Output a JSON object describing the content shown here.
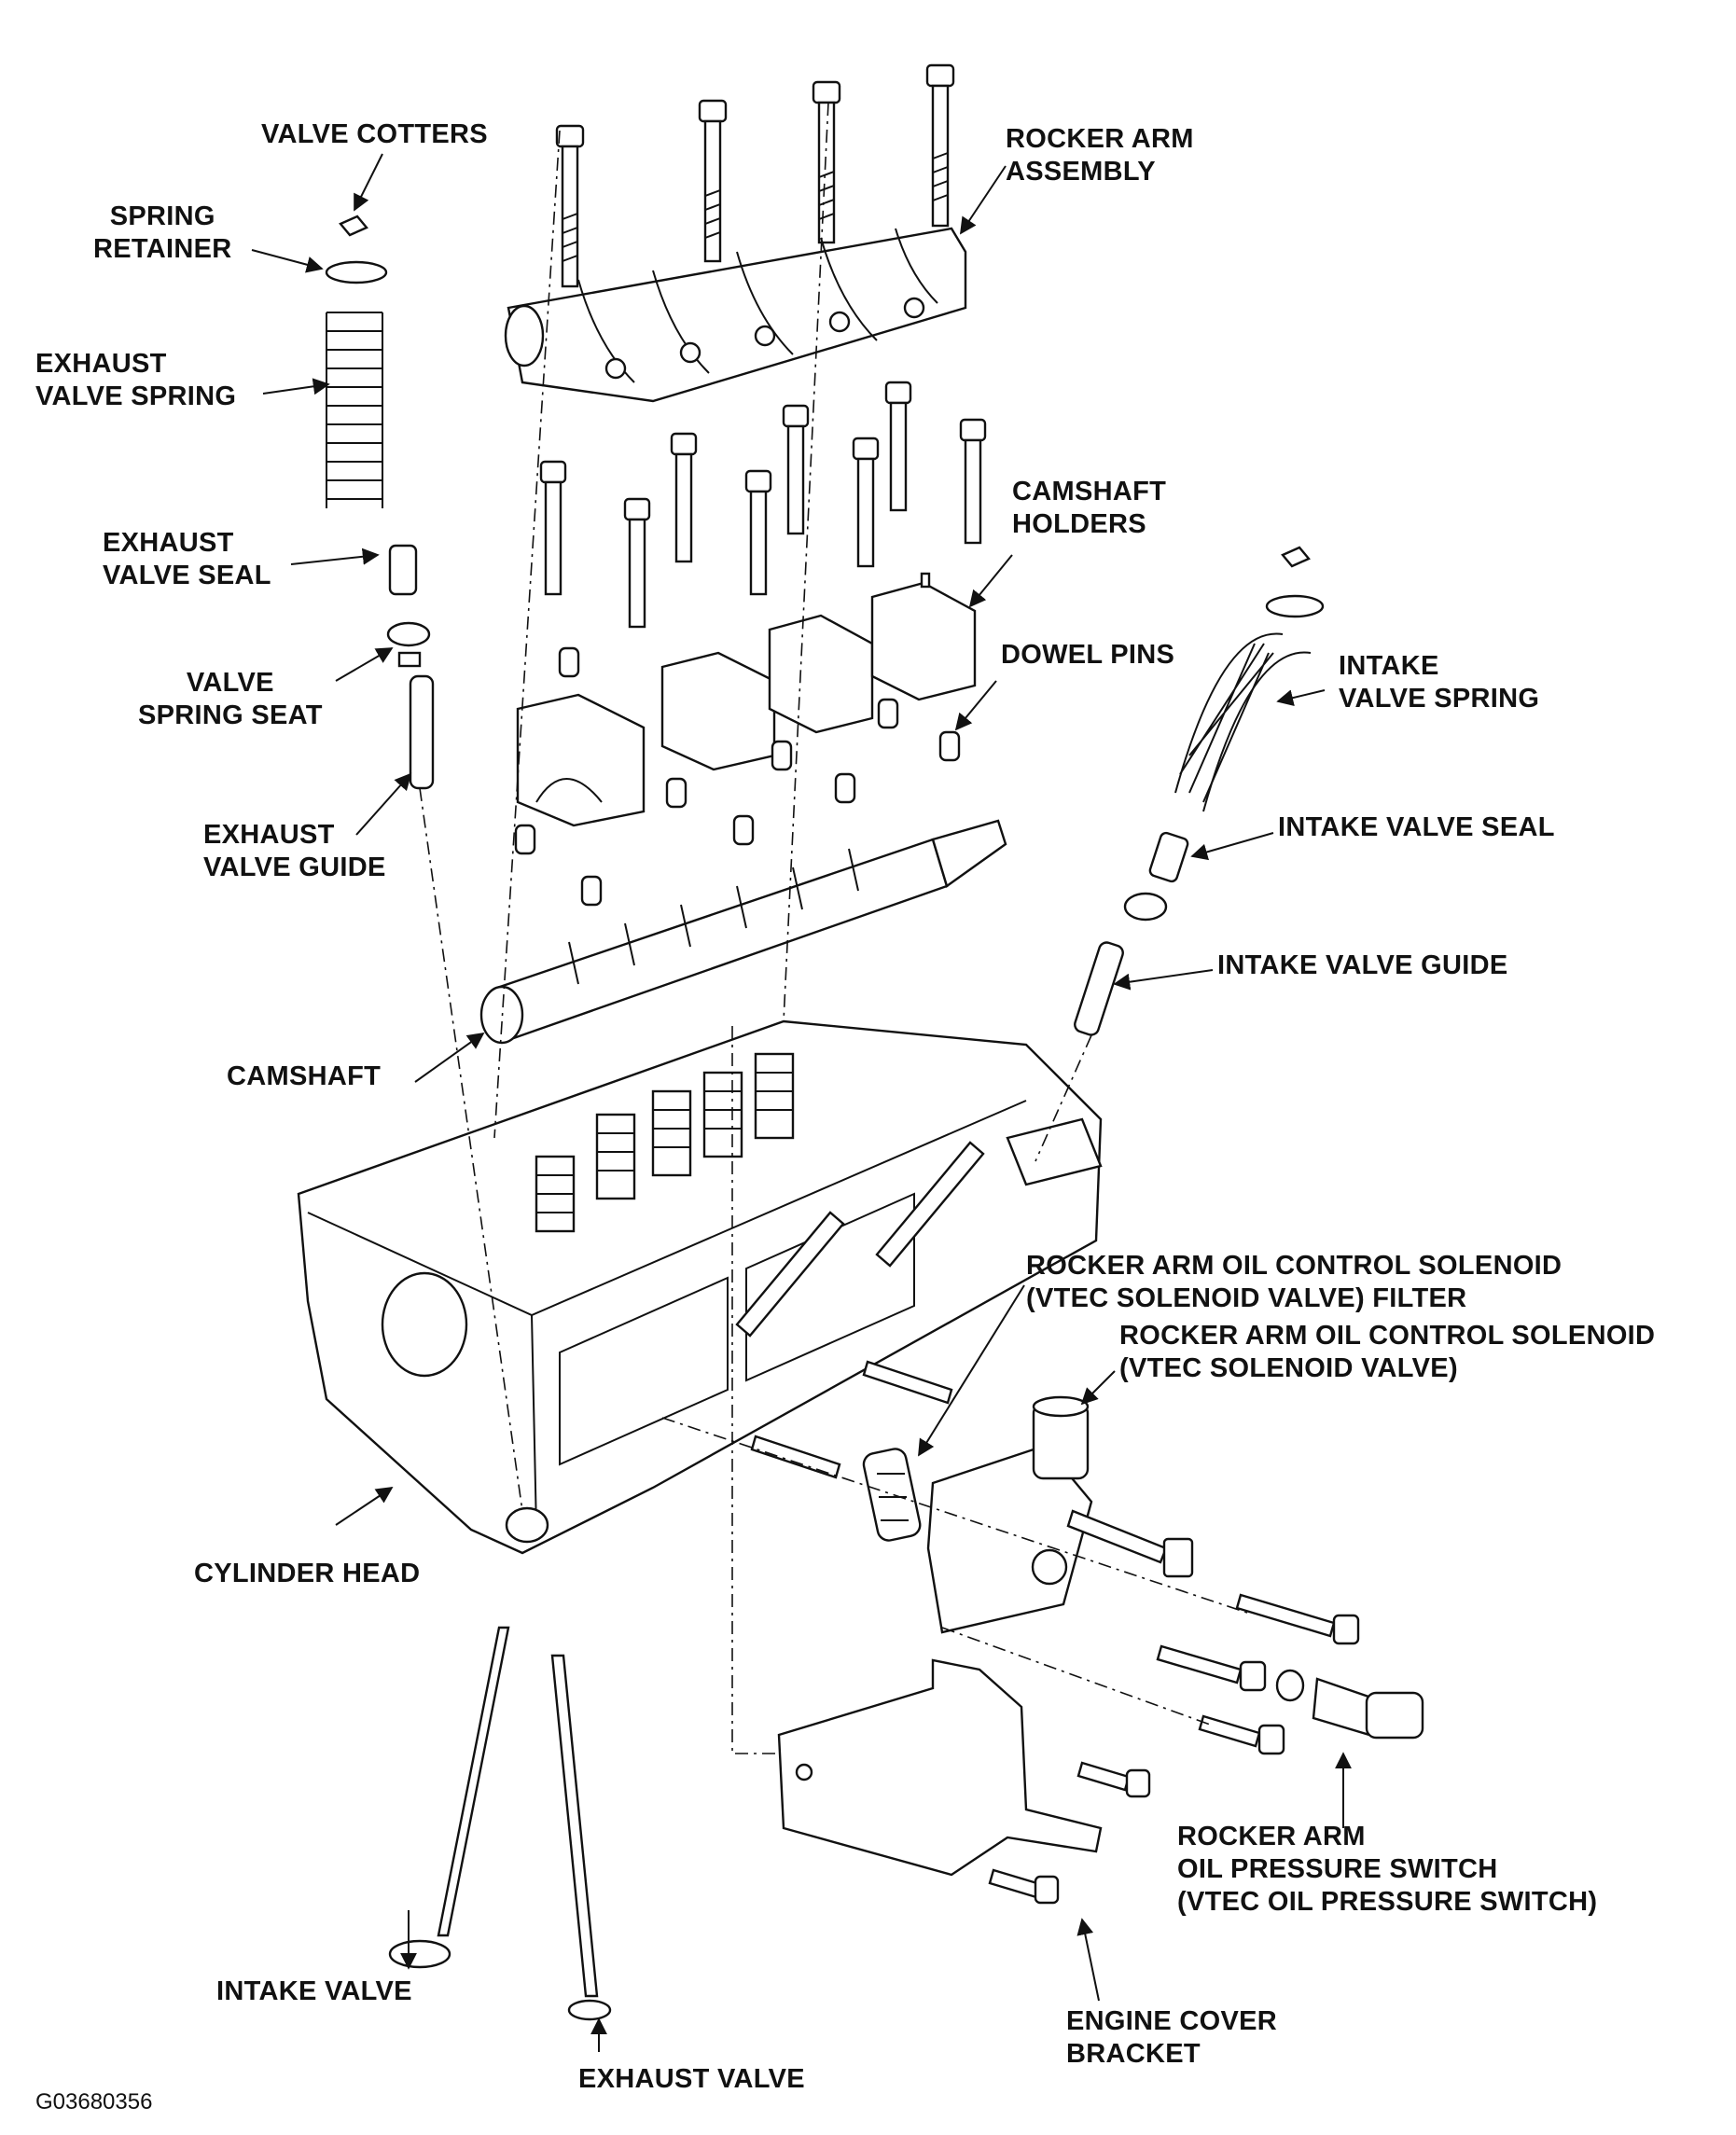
{
  "figure_code": "G03680356",
  "labels": {
    "valve_cotters": [
      "VALVE COTTERS"
    ],
    "spring_retainer": [
      "SPRING",
      "RETAINER"
    ],
    "exhaust_valve_spring": [
      "EXHAUST",
      "VALVE SPRING"
    ],
    "exhaust_valve_seal": [
      "EXHAUST",
      "VALVE SEAL"
    ],
    "valve_spring_seat": [
      "VALVE",
      "SPRING SEAT"
    ],
    "exhaust_valve_guide": [
      "EXHAUST",
      "VALVE GUIDE"
    ],
    "camshaft": [
      "CAMSHAFT"
    ],
    "cylinder_head": [
      "CYLINDER HEAD"
    ],
    "intake_valve": [
      "INTAKE VALVE"
    ],
    "exhaust_valve": [
      "EXHAUST VALVE"
    ],
    "rocker_arm_assembly": [
      "ROCKER ARM",
      "ASSEMBLY"
    ],
    "camshaft_holders": [
      "CAMSHAFT",
      "HOLDERS"
    ],
    "dowel_pins": [
      "DOWEL PINS"
    ],
    "intake_valve_spring": [
      "INTAKE",
      "VALVE SPRING"
    ],
    "intake_valve_seal": [
      "INTAKE VALVE SEAL"
    ],
    "intake_valve_guide": [
      "INTAKE VALVE GUIDE"
    ],
    "vtec_filter": [
      "ROCKER ARM OIL CONTROL SOLENOID",
      "(VTEC SOLENOID VALVE) FILTER"
    ],
    "vtec_solenoid": [
      "ROCKER ARM OIL CONTROL SOLENOID",
      "(VTEC SOLENOID VALVE)"
    ],
    "oil_pressure_switch": [
      "ROCKER ARM",
      "OIL PRESSURE SWITCH",
      "(VTEC OIL PRESSURE SWITCH)"
    ],
    "engine_cover_bracket": [
      "ENGINE COVER",
      "BRACKET"
    ]
  }
}
